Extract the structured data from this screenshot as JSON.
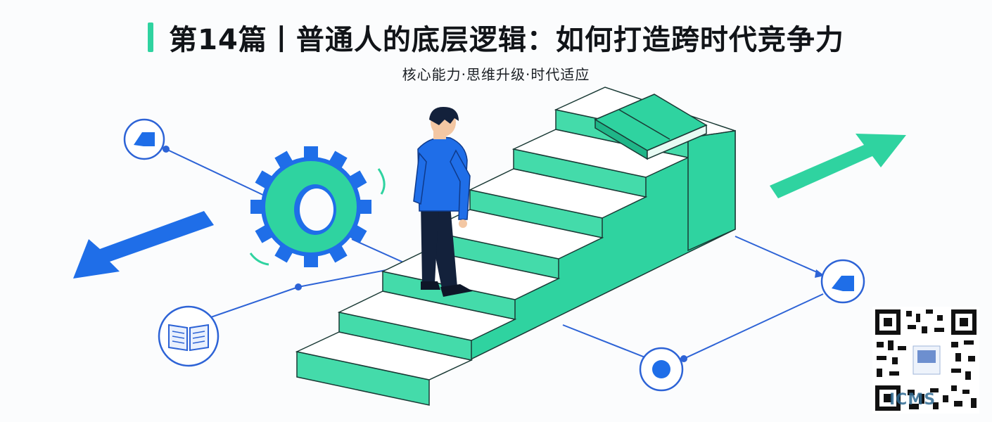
{
  "header": {
    "title": "第14篇丨普通人的底层逻辑：如何打造跨时代竞争力",
    "subtitle": "核心能力·思维升级·时代适应"
  },
  "watermark": {
    "text": "ICMS"
  },
  "icons": [
    "gear-icon",
    "book-icon",
    "open-book-icon",
    "person-figure",
    "staircase",
    "arrow-left-icon",
    "arrow-right-icon",
    "bookmark-icon",
    "qr-code"
  ],
  "colors": {
    "accent_green": "#2fd3a0",
    "accent_blue": "#1f6ee8",
    "text": "#111418"
  }
}
